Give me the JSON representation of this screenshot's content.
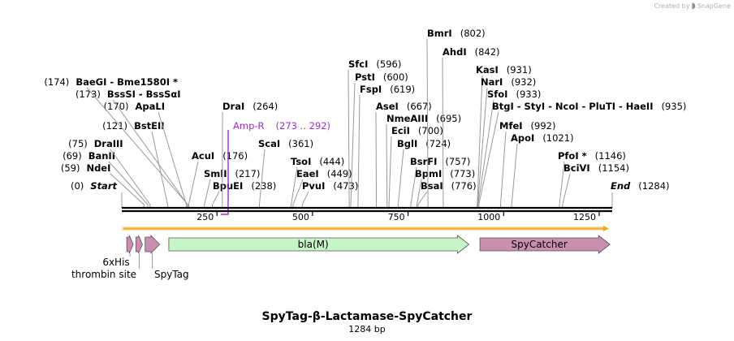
{
  "credit": {
    "prefix": "Created by",
    "app": "SnapGene"
  },
  "sequence": {
    "title": "SpyTag-β-Lactamase-SpyCatcher",
    "length_label": "1284 bp",
    "length": 1284
  },
  "enzymes": [
    {
      "name": "Start",
      "pos": "(0)",
      "bp": 1,
      "italic": true
    },
    {
      "name": "NdeI",
      "pos": "(59)",
      "bp": 59
    },
    {
      "name": "BanII",
      "pos": "(69)",
      "bp": 69
    },
    {
      "name": "DraIII",
      "pos": "(75)",
      "bp": 75
    },
    {
      "name": "BstEII",
      "pos": "(121)",
      "bp": 121
    },
    {
      "name": "ApaLI",
      "pos": "(170)",
      "bp": 170
    },
    {
      "name": "BssSI  -  BssSαI",
      "pos": "(173)",
      "bp": 173
    },
    {
      "name": "BaeGI  -  Bme1580I *",
      "pos": "(174)",
      "bp": 174
    },
    {
      "name": "AcuI",
      "pos": "(176)",
      "bp": 176
    },
    {
      "name": "SmlI",
      "pos": "(217)",
      "bp": 217
    },
    {
      "name": "BpuEI",
      "pos": "(238)",
      "bp": 238
    },
    {
      "name": "DraI",
      "pos": "(264)",
      "bp": 264
    },
    {
      "name": "ScaI",
      "pos": "(361)",
      "bp": 361
    },
    {
      "name": "TsoI",
      "pos": "(444)",
      "bp": 444
    },
    {
      "name": "EaeI",
      "pos": "(449)",
      "bp": 449
    },
    {
      "name": "PvuI",
      "pos": "(473)",
      "bp": 473
    },
    {
      "name": "SfcI",
      "pos": "(596)",
      "bp": 596
    },
    {
      "name": "PstI",
      "pos": "(600)",
      "bp": 600
    },
    {
      "name": "FspI",
      "pos": "(619)",
      "bp": 619
    },
    {
      "name": "AseI",
      "pos": "(667)",
      "bp": 667
    },
    {
      "name": "NmeAIII",
      "pos": "(695)",
      "bp": 695
    },
    {
      "name": "EciI",
      "pos": "(700)",
      "bp": 700
    },
    {
      "name": "BglI",
      "pos": "(724)",
      "bp": 724
    },
    {
      "name": "BsrFI",
      "pos": "(757)",
      "bp": 757
    },
    {
      "name": "BpmI",
      "pos": "(773)",
      "bp": 773
    },
    {
      "name": "BsaI",
      "pos": "(776)",
      "bp": 776
    },
    {
      "name": "BmrI",
      "pos": "(802)",
      "bp": 802
    },
    {
      "name": "AhdI",
      "pos": "(842)",
      "bp": 842
    },
    {
      "name": "KasI",
      "pos": "(931)",
      "bp": 931
    },
    {
      "name": "NarI",
      "pos": "(932)",
      "bp": 932
    },
    {
      "name": "SfoI",
      "pos": "(933)",
      "bp": 933
    },
    {
      "name": "BtgI  -  StyI  -  NcoI  -  PluTI  -  HaeII",
      "pos": "(935)",
      "bp": 935
    },
    {
      "name": "MfeI",
      "pos": "(992)",
      "bp": 992
    },
    {
      "name": "ApoI",
      "pos": "(1021)",
      "bp": 1021
    },
    {
      "name": "PfoI *",
      "pos": "(1146)",
      "bp": 1146
    },
    {
      "name": "BciVI",
      "pos": "(1154)",
      "bp": 1154
    },
    {
      "name": "End",
      "pos": "(1284)",
      "bp": 1284,
      "italic": true
    }
  ],
  "primer": {
    "name": "Amp-R",
    "range": "(273 .. 292)",
    "color": "#a12bcf"
  },
  "ruler_ticks": [
    250,
    500,
    750,
    1000,
    1250
  ],
  "orf_color": "#f5a623",
  "features": [
    {
      "name": "6xHis",
      "start": 14,
      "end": 31,
      "color": "#c98fb0"
    },
    {
      "name": "thrombin site",
      "start": 38,
      "end": 55,
      "color": "#c98fb0"
    },
    {
      "name": "SpyTag",
      "start": 62,
      "end": 100,
      "color": "#c98fb0"
    },
    {
      "name": "bla(M)",
      "start": 124,
      "end": 909,
      "color": "#c6f5c8"
    },
    {
      "name": "SpyCatcher",
      "start": 938,
      "end": 1278,
      "color": "#c98fb0"
    }
  ]
}
